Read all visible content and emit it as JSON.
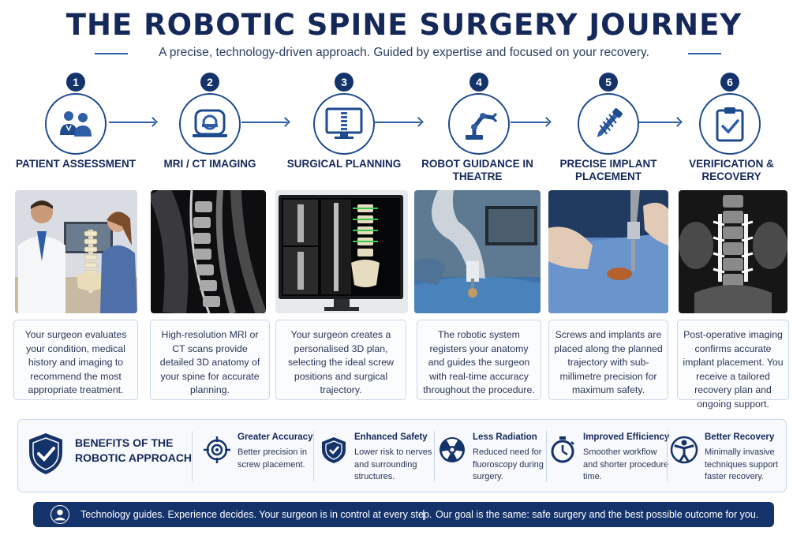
{
  "header": {
    "title": "THE ROBOTIC SPINE SURGERY JOURNEY",
    "subtitle": "A precise, technology-driven approach. Guided by expertise and focused on your recovery."
  },
  "steps": [
    {
      "num": "1",
      "icon": "patient-consult-icon",
      "title": "PATIENT ASSESSMENT",
      "image": "surgeon-patient-spine-model-photo",
      "desc": "Your surgeon evaluates your condition, medical history and imaging to recommend the most appropriate treatment."
    },
    {
      "num": "2",
      "icon": "mri-scanner-icon",
      "title": "MRI / CT IMAGING",
      "image": "spine-mri-scan-photo",
      "desc": "High-resolution MRI or CT scans provide detailed 3D anatomy of your spine for accurate planning."
    },
    {
      "num": "3",
      "icon": "monitor-spine-icon",
      "title": "SURGICAL PLANNING",
      "image": "3d-planning-monitor-photo",
      "desc": "Your surgeon creates a personalised 3D plan, selecting the ideal screw positions and surgical trajectory."
    },
    {
      "num": "4",
      "icon": "robot-arm-icon",
      "title": "ROBOT GUIDANCE IN THEATRE",
      "image": "robot-arm-theatre-photo",
      "desc": "The robotic system registers your anatomy and guides the surgeon with real-time accuracy throughout the procedure."
    },
    {
      "num": "5",
      "icon": "screw-icon",
      "title": "PRECISE IMPLANT PLACEMENT",
      "image": "implant-placement-photo",
      "desc": "Screws and implants are placed along the planned trajectory with sub-millimetre precision for maximum safety."
    },
    {
      "num": "6",
      "icon": "clipboard-check-icon",
      "title": "VERIFICATION & RECOVERY",
      "image": "postop-ct-photo",
      "desc": "Post-operative imaging confirms accurate implant placement. You receive a tailored recovery plan and ongoing support."
    }
  ],
  "benefits": {
    "heading": "BENEFITS OF THE ROBOTIC APPROACH",
    "heading_icon": "shield-check-icon",
    "items": [
      {
        "icon": "target-icon",
        "title": "Greater Accuracy",
        "desc": "Better precision in screw placement."
      },
      {
        "icon": "shield-icon",
        "title": "Enhanced Safety",
        "desc": "Lower risk to nerves and surrounding structures."
      },
      {
        "icon": "radiation-icon",
        "title": "Less Radiation",
        "desc": "Reduced need for fluoroscopy during surgery."
      },
      {
        "icon": "stopwatch-icon",
        "title": "Improved Efficiency",
        "desc": "Smoother workflow and shorter procedure time."
      },
      {
        "icon": "person-recovery-icon",
        "title": "Better Recovery",
        "desc": "Minimally invasive techniques support faster recovery."
      }
    ]
  },
  "footer": {
    "icon": "user-icon",
    "left": "Technology guides. Experience decides. Your surgeon is in control at every step.",
    "separator": "|",
    "right": "Our goal is the same: safe surgery and the best possible outcome for you."
  },
  "colors": {
    "navy": "#14285a",
    "accent": "#2f5ea7",
    "footer_bg": "#15336b"
  }
}
